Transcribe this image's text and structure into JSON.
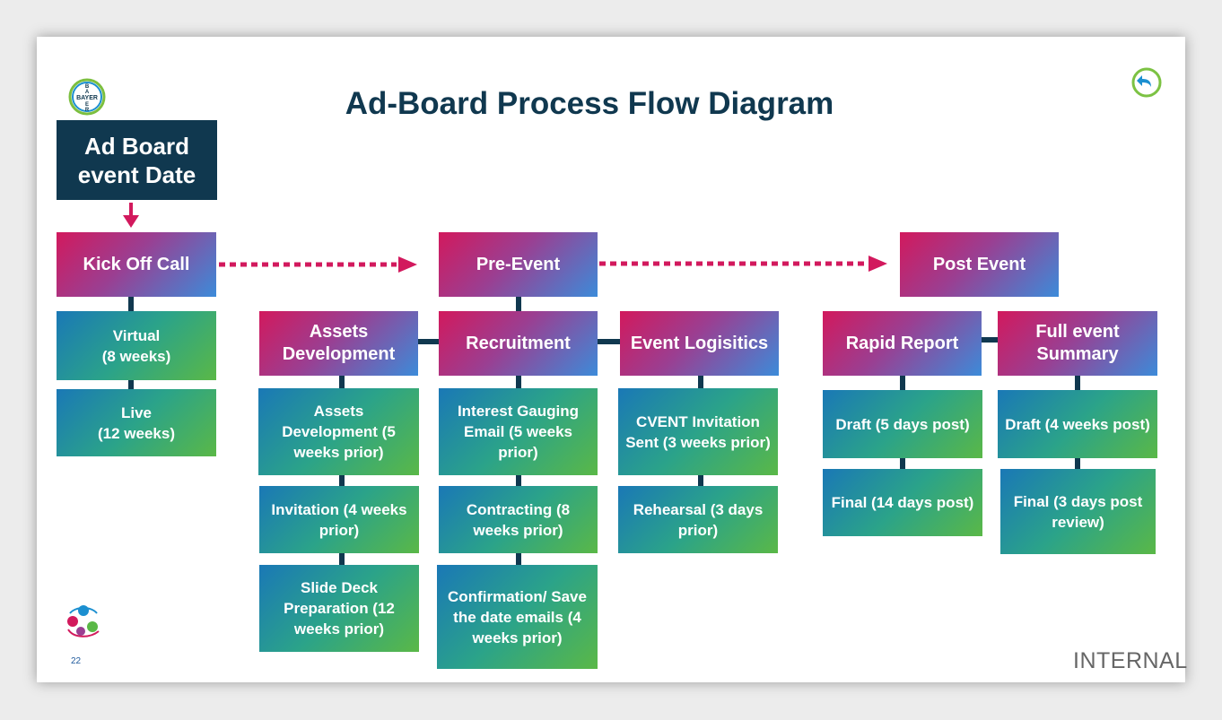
{
  "title": "Ad-Board Process Flow Diagram",
  "logo": {
    "text": "BAYER"
  },
  "date_box": "Ad Board event Date",
  "phases": {
    "kickoff": "Kick Off Call",
    "pre_event": "Pre-Event",
    "post_event": "Post Event"
  },
  "kickoff_items": [
    "Virtual\n(8 weeks)",
    "Live\n(12 weeks)"
  ],
  "pre_event_categories": {
    "assets": "Assets Development",
    "recruitment": "Recruitment",
    "logistics": "Event Logisitics"
  },
  "assets_items": [
    "Assets Development (5 weeks prior)",
    "Invitation (4 weeks prior)",
    "Slide Deck Preparation (12 weeks prior)"
  ],
  "recruitment_items": [
    "Interest Gauging Email (5 weeks prior)",
    "Contracting (8 weeks prior)",
    "Confirmation/ Save the date emails (4 weeks prior)"
  ],
  "logistics_items": [
    "CVENT Invitation Sent (3 weeks prior)",
    "Rehearsal (3 days prior)"
  ],
  "post_event_categories": {
    "rapid_report": "Rapid Report",
    "full_summary": "Full event Summary"
  },
  "rapid_report_items": [
    "Draft (5 days post)",
    "Final (14 days post)"
  ],
  "full_summary_items": [
    "Draft (4 weeks post)",
    "Final (3 days post review)"
  ],
  "footer": {
    "page_number": "22",
    "classification": "INTERNAL"
  },
  "colors": {
    "navy": "#10384f",
    "pink_accent": "#d2195d",
    "blue_accent": "#3c8bd9",
    "green_accent": "#5ab847"
  },
  "icons": {
    "back": "back-arrow-icon",
    "logo": "bayer-logo-icon",
    "footer_logo": "community-logo-icon"
  }
}
